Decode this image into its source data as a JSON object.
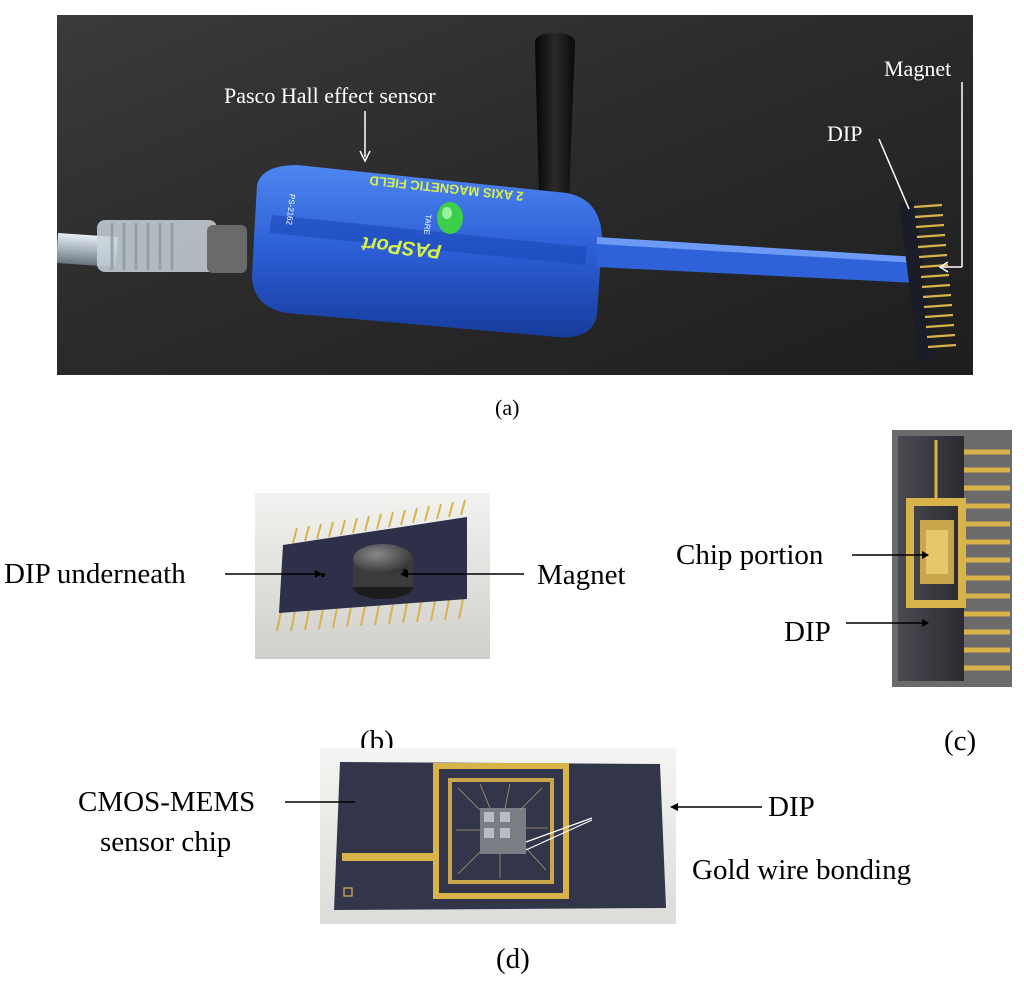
{
  "figure": {
    "panel_a": {
      "caption": "(a)",
      "labels": {
        "sensor": "Pasco Hall effect sensor",
        "magnet": "Magnet",
        "dip": "DIP"
      },
      "device_text": {
        "field": "2 AXIS MAGNETIC FIELD",
        "brand": "PASPort",
        "tare": "TARE",
        "model": "PS-2162"
      }
    },
    "panel_b": {
      "caption": "(b)",
      "labels": {
        "dip_underneath": "DIP underneath",
        "magnet": "Magnet"
      }
    },
    "panel_c": {
      "caption": "(c)",
      "labels": {
        "chip_portion": "Chip portion",
        "dip": "DIP"
      }
    },
    "panel_d": {
      "caption": "(d)",
      "labels": {
        "cmos_line1": "CMOS-MEMS",
        "cmos_line2": "sensor chip",
        "dip": "DIP",
        "gold_wire": "Gold wire bonding"
      }
    }
  },
  "colors": {
    "background": "#ffffff",
    "photo_backdrop": "#2b2b2b",
    "sensor_body": "#2f5fd8",
    "gold": "#d8b34a",
    "dip_body": "#33364a",
    "magnet": "#4a4a4a"
  }
}
